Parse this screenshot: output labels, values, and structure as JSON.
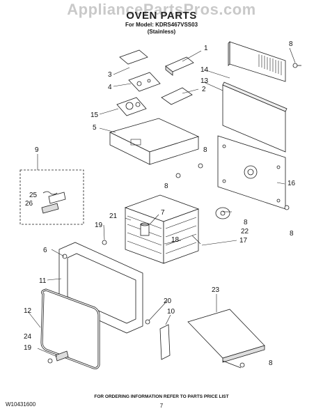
{
  "watermark": "AppliancePartsPros.com",
  "header": {
    "title": "OVEN PARTS",
    "model_line": "For Model: KDRS467VSS03",
    "variant": "(Stainless)"
  },
  "footer": {
    "doc_code": "W10431600",
    "order_note": "FOR ORDERING INFORMATION REFER TO PARTS PRICE LIST",
    "page_number": "7"
  },
  "callouts": [
    "1",
    "2",
    "3",
    "4",
    "5",
    "6",
    "7",
    "8",
    "9",
    "10",
    "11",
    "12",
    "13",
    "14",
    "15",
    "16",
    "17",
    "18",
    "19",
    "20",
    "21",
    "22",
    "23",
    "24",
    "25",
    "26"
  ],
  "colors": {
    "line": "#1a1a1a",
    "fill": "#ffffff",
    "shade": "#d8d8d8",
    "watermark": "#c9c9c9"
  }
}
